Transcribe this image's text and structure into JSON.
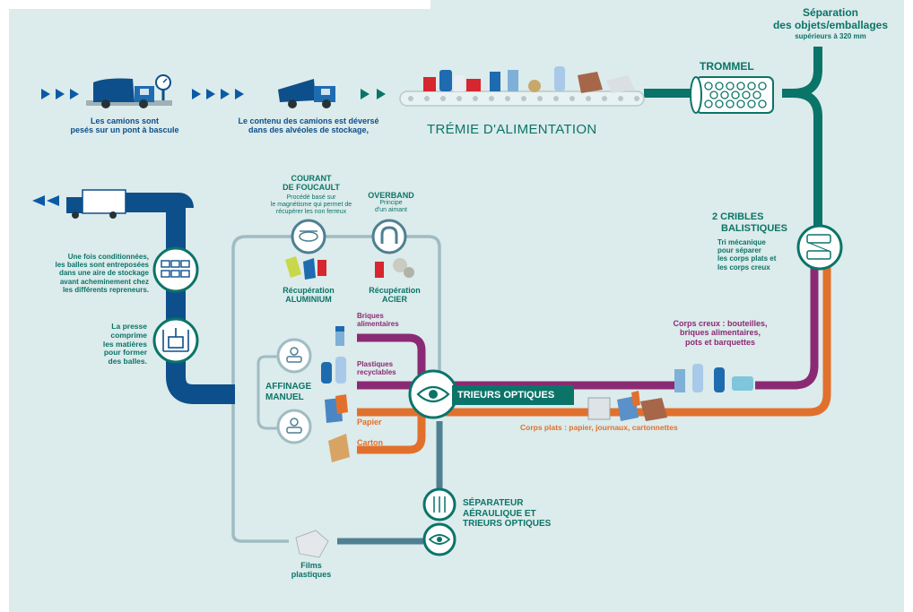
{
  "separation": {
    "title_l1": "Séparation",
    "title_l2": "des objets/emballages",
    "sub": "supérieurs à 320 mm"
  },
  "trommel": "TROMMEL",
  "weigh": {
    "l1": "Les camions sont",
    "l2": "pesés sur un pont à bascule"
  },
  "dump": {
    "l1": "Le contenu des camions est déversé",
    "l2": "dans des alvéoles de stockage,"
  },
  "tremie": "TRÉMIE D'ALIMENTATION",
  "foucault": {
    "l1": "COURANT",
    "l2": "DE FOUCAULT",
    "d1": "Procédé basé sur",
    "d2": "le magnétisme qui permet de",
    "d3": "récupérer les non ferreux"
  },
  "overband": {
    "l1": "OVERBAND",
    "d1": "Principe",
    "d2": "d'un aimant"
  },
  "cribles": {
    "l1": "2 CRIBLES",
    "l2": "BALISTIQUES",
    "d1": "Tri mécanique",
    "d2": "pour séparer",
    "d3": "les corps plats et",
    "d4": "les corps creux"
  },
  "stockage": {
    "l1": "Une fois conditionnées,",
    "l2": "les balles sont entreposées",
    "l3": "dans une aire de stockage",
    "l4": "avant acheminement chez",
    "l5": "les différents repreneurs."
  },
  "recup_alu": {
    "l1": "Récupération",
    "l2": "ALUMINIUM"
  },
  "recup_acier": {
    "l1": "Récupération",
    "l2": "ACIER"
  },
  "presse": {
    "l1": "La presse",
    "l2": "comprime",
    "l3": "les matières",
    "l4": "pour former",
    "l5": "des balles."
  },
  "briques": {
    "l1": "Briques",
    "l2": "alimentaires"
  },
  "plastiques": {
    "l1": "Plastiques",
    "l2": "recyclables"
  },
  "corps_creux": {
    "l1": "Corps creux : bouteilles,",
    "l2": "briques alimentaires,",
    "l3": "pots et barquettes"
  },
  "affinage": {
    "l1": "AFFINAGE",
    "l2": "MANUEL"
  },
  "trieurs": "TRIEURS OPTIQUES",
  "papier": "Papier",
  "carton": "Carton",
  "corps_plats": "Corps plats : papier, journaux, cartonnettes",
  "separateur": {
    "l1": "SÉPARATEUR",
    "l2": "AÉRAULIQUE ET",
    "l3": "TRIEURS OPTIQUES"
  },
  "films": {
    "l1": "Films",
    "l2": "plastiques"
  },
  "colors": {
    "blue": "#0d4f8b",
    "teal": "#0b7469",
    "purple": "#8b2a74",
    "orange": "#e2702d",
    "grey_line": "#8fb0b8",
    "background": "#dcebeb"
  },
  "icons": [
    "arrow-icon",
    "garbage-truck-icon",
    "scale-icon",
    "conveyor-icon",
    "trommel-drum-icon",
    "sieve-icon",
    "eye-icon",
    "magnet-icon",
    "eddy-current-icon",
    "bales-icon",
    "press-icon",
    "hand-sorting-icon",
    "air-separator-icon",
    "delivery-truck-icon"
  ]
}
